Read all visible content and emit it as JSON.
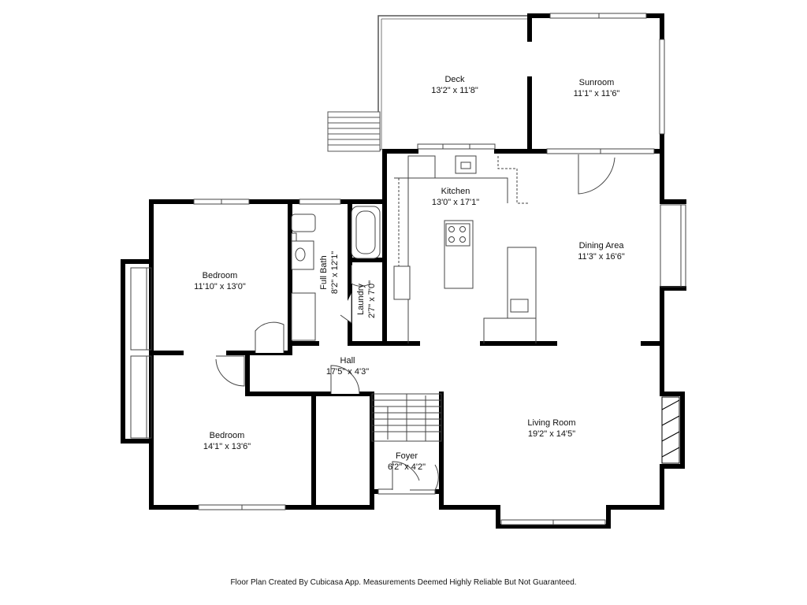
{
  "rooms": [
    {
      "id": "deck",
      "name": "Deck",
      "dims": "13'2\" x 11'8\""
    },
    {
      "id": "sunroom",
      "name": "Sunroom",
      "dims": "11'1\" x 11'6\""
    },
    {
      "id": "kitchen",
      "name": "Kitchen",
      "dims": "13'0\" x 17'1\""
    },
    {
      "id": "dining",
      "name": "Dining Area",
      "dims": "11'3\" x 16'6\""
    },
    {
      "id": "bedroom1",
      "name": "Bedroom",
      "dims": "11'10\" x 13'0\""
    },
    {
      "id": "fullbath",
      "name": "Full Bath",
      "dims": "8'2\" x 12'1\""
    },
    {
      "id": "laundry",
      "name": "Laundry",
      "dims": "2'7\" x 7'0\""
    },
    {
      "id": "hall",
      "name": "Hall",
      "dims": "17'5\" x 4'3\""
    },
    {
      "id": "bedroom2",
      "name": "Bedroom",
      "dims": "14'1\" x 13'6\""
    },
    {
      "id": "living",
      "name": "Living Room",
      "dims": "19'2\" x 14'5\""
    },
    {
      "id": "foyer",
      "name": "Foyer",
      "dims": "6'2\" x 4'2\""
    }
  ],
  "footer": "Floor Plan Created By Cubicasa App. Measurements Deemed Highly Reliable But Not Guaranteed."
}
